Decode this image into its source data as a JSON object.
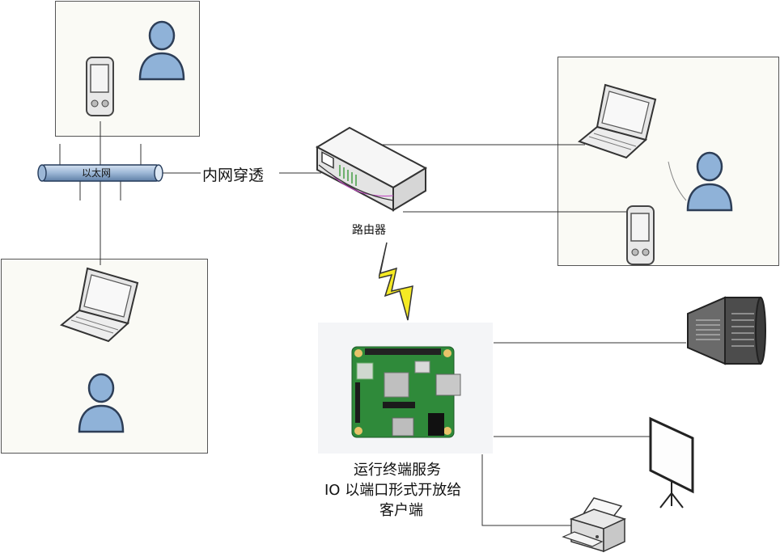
{
  "labels": {
    "ethernet": "以太网",
    "nat_traversal": "内网穿透",
    "router": "路由器",
    "pi_desc_line1": "运行终端服务",
    "pi_desc_line2": "IO 以端口形式开放给",
    "pi_desc_line3": "客户端"
  },
  "icons": {
    "user": "user-icon",
    "pda": "pda-icon",
    "laptop": "laptop-icon",
    "router": "router-icon",
    "raspberry_pi": "raspberry-pi-board",
    "lightning": "lightning-icon",
    "projector": "projector-icon",
    "screen": "projection-screen-icon",
    "printer": "printer-icon"
  },
  "colors": {
    "user_fill": "#8fb2d8",
    "user_stroke": "#2d3e57",
    "ethernet_fill": "#9cb7d6",
    "board_green": "#2f8a3a",
    "lightning_fill": "#f5ea24"
  }
}
